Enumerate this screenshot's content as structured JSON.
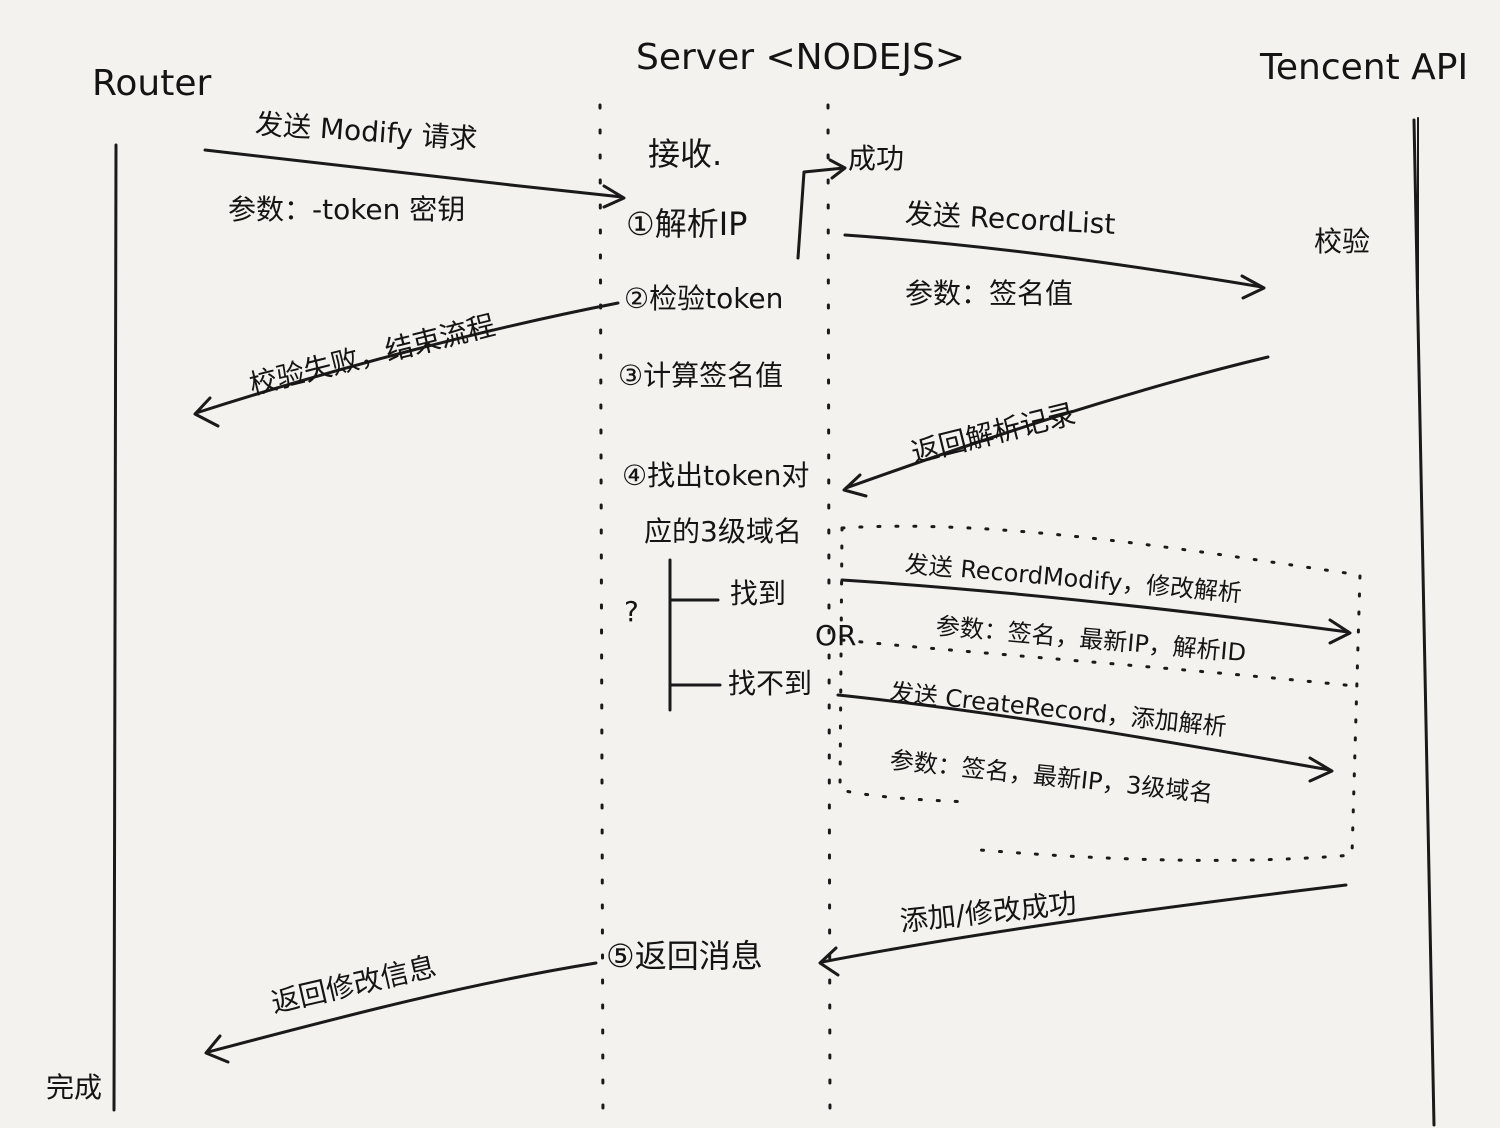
{
  "actors": {
    "router": "Router",
    "server": "Server <NODEJS>",
    "tencent": "Tencent API"
  },
  "messages": {
    "send_modify": "发送 Modify 请求",
    "send_modify_params": "参数：-token 密钥",
    "fail": "校验失败，结束流程",
    "success_up": "成功",
    "send_recordlist": "发送 RecordList",
    "recordlist_params": "参数：签名值",
    "return_records": "返回解析记录",
    "send_record_modify": "发送 RecordModify，修改解析",
    "record_modify_params": "参数：签名，最新IP，解析ID",
    "send_create_record": "发送 CreateRecord，添加解析",
    "create_record_params": "参数：签名，最新IP，3级域名",
    "add_modify_success": "添加/修改成功",
    "return_modify_info": "返回修改信息",
    "or": "OR"
  },
  "server_steps": {
    "receive": "接收.",
    "step1": "①解析IP",
    "step2": "②检验token",
    "step3": "③计算签名值",
    "step4_line1": "④找出token对",
    "step4_line2": "应的3级域名",
    "question": "?",
    "found": "找到",
    "not_found": "找不到",
    "step5": "⑤返回消息"
  },
  "tencent_note": {
    "verify": "校验"
  },
  "router_note": {
    "done": "完成"
  }
}
